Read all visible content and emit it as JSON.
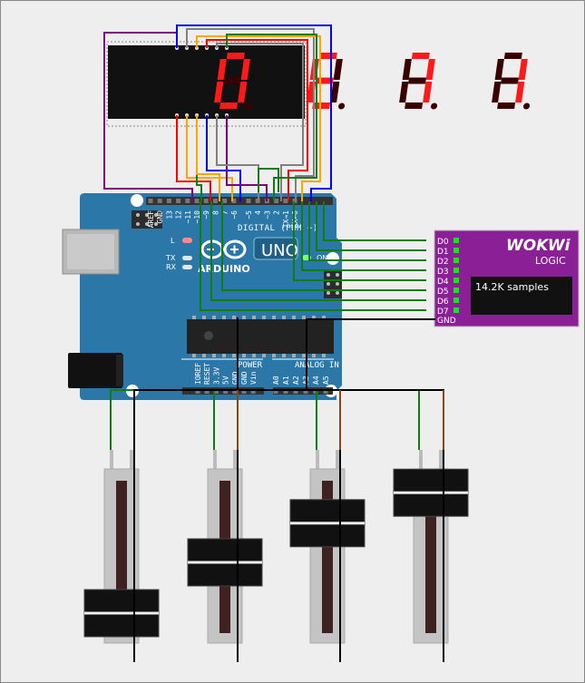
{
  "display": {
    "digits": [
      "0",
      "E",
      "7",
      "1"
    ],
    "segment_color": "#ff1a1a",
    "segment_off_color": "#3a0000"
  },
  "arduino": {
    "board_color": "#2b78a8",
    "brand": "ARDUINO",
    "model": "UNO",
    "digital_label": "DIGITAL (PWM ~)",
    "digital_header_pins": [
      "AREF",
      "GND",
      "13",
      "12",
      "~11",
      "~10",
      "~9",
      "8",
      "7",
      "~6",
      "~5",
      "4",
      "~3",
      "2",
      "TX→1",
      "RX←0"
    ],
    "power_label": "POWER",
    "power_pins": [
      "IOREF",
      "RESET",
      "3.3V",
      "5V",
      "GND",
      "GND",
      "Vin"
    ],
    "analog_label": "ANALOG IN",
    "analog_pins": [
      "A0",
      "A1",
      "A2",
      "A3",
      "A4",
      "A5"
    ],
    "led_labels": {
      "l": "L",
      "tx": "TX",
      "rx": "RX",
      "on": "ON"
    }
  },
  "logic": {
    "brand": "WOKWi",
    "title": "LOGIC",
    "samples": "14.2K samples",
    "channels": [
      "D0",
      "D1",
      "D2",
      "D3",
      "D4",
      "D5",
      "D6",
      "D7"
    ],
    "ground": "GND",
    "body_color": "#8a1f96",
    "indicator_color": "#22dd22"
  },
  "sliders": {
    "levels": [
      0.1,
      0.45,
      0.72,
      0.93
    ]
  },
  "wire_colors": {
    "green": "#0f7d0f",
    "black": "#000000",
    "purple": "#800080",
    "blue": "#0000ff",
    "orange": "#ffa500",
    "red": "#ff0000",
    "gray": "#808080",
    "brown": "#8b4513"
  }
}
